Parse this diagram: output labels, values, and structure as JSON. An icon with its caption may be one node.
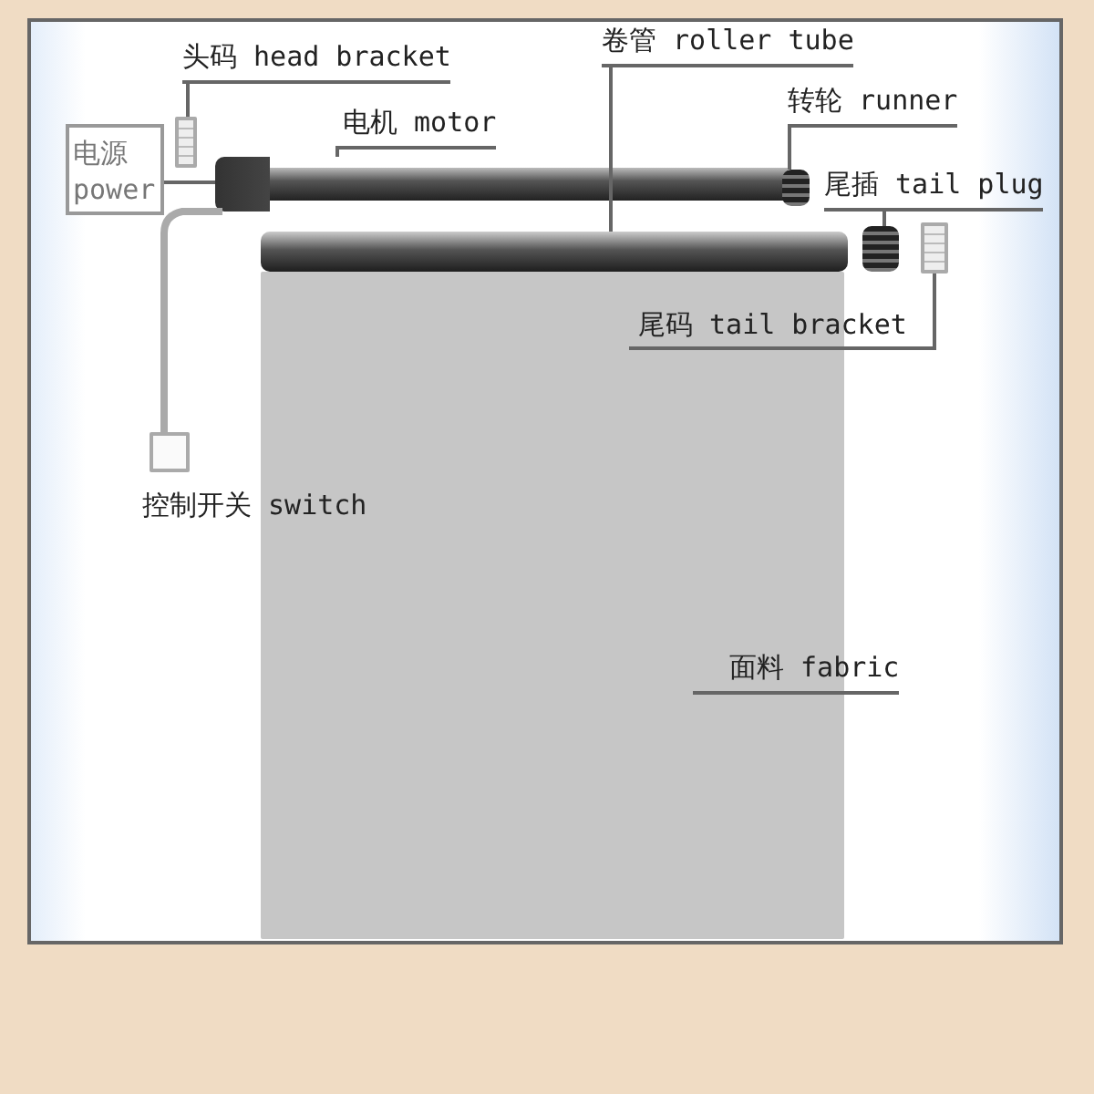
{
  "diagram": {
    "nodes": [
      {
        "text": [
          "头码 head bracket"
        ]
      },
      {
        "text": [],
        "shape": "box"
      },
      {
        "text": [
          "电源 power"
        ]
      },
      {
        "text": [
          "电机 motor"
        ]
      },
      {
        "text": [],
        "shape": "cylinder"
      },
      {
        "text": [
          "卷管 roller tube"
        ]
      },
      {
        "text": [],
        "shape": "cylinder"
      },
      {
        "text": [
          "转轮 runner"
        ]
      },
      {
        "text": [],
        "shape": "cylinder"
      },
      {
        "text": [
          "尾插 tail plug"
        ]
      },
      {
        "text": [],
        "shape": "cylinder"
      },
      {
        "text": [],
        "shape": "box"
      },
      {
        "text": [
          "尾码 tail bracket"
        ]
      },
      {
        "text": [],
        "shape": "box"
      },
      {
        "text": [
          "面料 fabric"
        ]
      },
      {
        "text": [],
        "shape": "box"
      }
    ],
    "edges": [
      {
        "from": 0,
        "to": 1,
        "arrow": "none"
      },
      {
        "from": 2,
        "to": 4,
        "arrow": "none"
      },
      {
        "from": 3,
        "to": 4,
        "arrow": "none"
      },
      {
        "from": 5,
        "to": 6,
        "arrow": "none"
      },
      {
        "from": 7,
        "to": 8,
        "arrow": "none"
      },
      {
        "from": 9,
        "to": 10,
        "arrow": "none"
      },
      {
        "from": 12,
        "to": 11,
        "arrow": "none"
      },
      {
        "from": 13,
        "to": 4,
        "arrow": "none",
        "style": "thick"
      },
      {
        "from": 14,
        "to": 15,
        "arrow": "none"
      }
    ],
    "labels": [
      "控制开关 switch"
    ]
  }
}
